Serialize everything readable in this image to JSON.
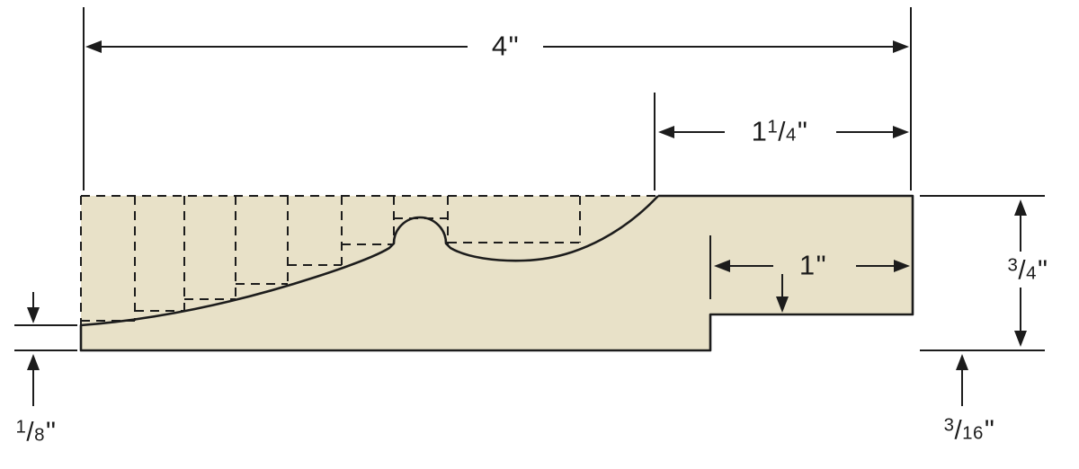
{
  "figure": {
    "type": "technical-cross-section",
    "description": "Molding profile cross-section with step cuts shown dashed and six dimension callouts"
  },
  "colors": {
    "material": "#e8e1c8",
    "line": "#1c1c1c",
    "background": "#ffffff"
  },
  "dim_labels": {
    "overall_width": {
      "whole": "4",
      "unit": "\"",
      "value_in": 4
    },
    "upper_right_width": {
      "whole": "1",
      "num": "1",
      "slash": "/",
      "den": "4",
      "unit": "\"",
      "value_in": 1.25
    },
    "rabbet_width": {
      "whole": "1",
      "unit": "\"",
      "value_in": 1
    },
    "thickness": {
      "num": "3",
      "slash": "/",
      "den": "4",
      "unit": "\"",
      "value_in": 0.75
    },
    "left_edge_thickness": {
      "num": "1",
      "slash": "/",
      "den": "8",
      "unit": "\"",
      "value_in": 0.125
    },
    "rabbet_depth": {
      "num": "3",
      "slash": "/",
      "den": "16",
      "unit": "\"",
      "value_in": 0.1875
    }
  }
}
